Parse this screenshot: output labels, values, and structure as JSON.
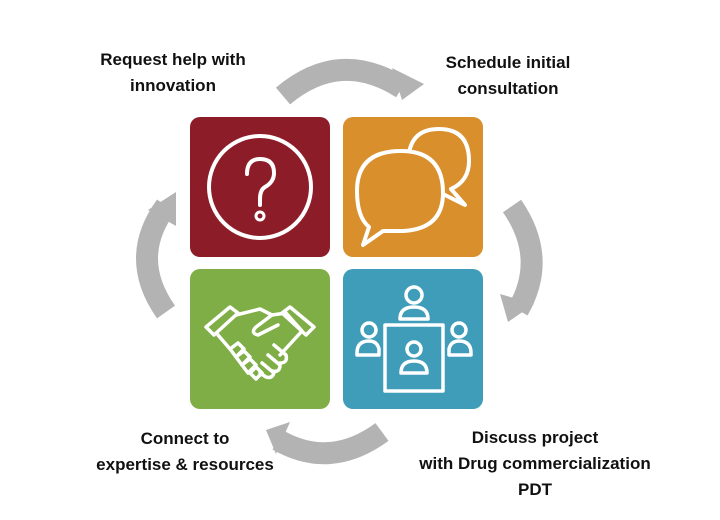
{
  "steps": [
    {
      "lines": [
        "Request help with",
        "innovation"
      ],
      "icon": "question-icon",
      "color": "#8c1d28"
    },
    {
      "lines": [
        "Schedule initial",
        "consultation"
      ],
      "icon": "speech-bubbles-icon",
      "color": "#d98f2b"
    },
    {
      "lines": [
        "Discuss project",
        "with Drug commercialization",
        "PDT"
      ],
      "icon": "meeting-table-icon",
      "color": "#3f9db9"
    },
    {
      "lines": [
        "Connect to",
        "expertise & resources"
      ],
      "icon": "handshake-icon",
      "color": "#7fae47"
    }
  ],
  "arrow_color": "#b3b3b3"
}
